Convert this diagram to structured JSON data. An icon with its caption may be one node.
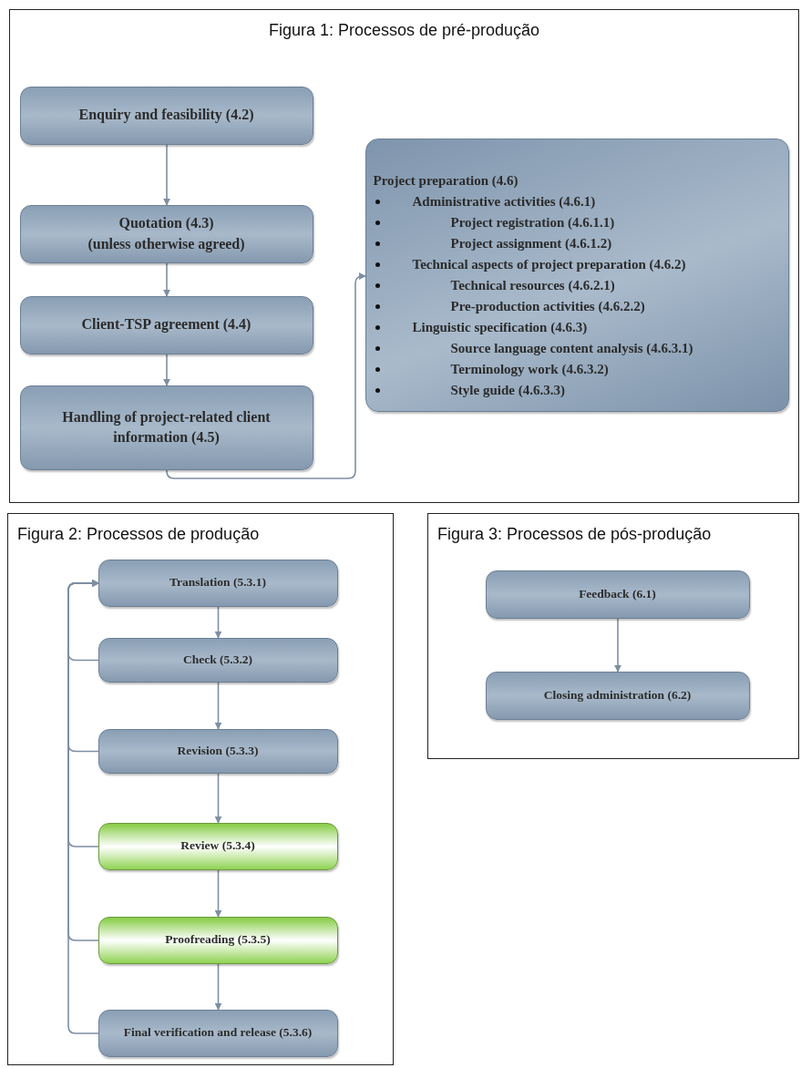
{
  "diagram": {
    "nodes": [
      {
        "text": [
          "Figura 1: Processos de pré-produção"
        ]
      },
      {
        "text": [
          "Enquiry and feasibility (4.2)"
        ],
        "in": 0
      },
      {
        "text": [
          "Quotation (4.3)",
          "(unless otherwise agreed)"
        ],
        "in": 0
      },
      {
        "text": [
          "Client-TSP agreement (4.4)"
        ],
        "in": 0
      },
      {
        "text": [
          "Handling of project-related client information (4.5)"
        ],
        "in": 0
      },
      {
        "text": [
          "Project preparation (4.6)",
          "Administrative activities (4.6.1)",
          "Project registration (4.6.1.1)",
          "Project assignment (4.6.1.2)",
          "Technical aspects of project preparation (4.6.2)",
          "Technical resources (4.6.2.1)",
          "Pre-production activities (4.6.2.2)",
          "Linguistic specification (4.6.3)",
          "Source language content analysis (4.6.3.1)",
          "Terminology work (4.6.3.2)",
          "Style guide (4.6.3.3)"
        ],
        "in": 0
      },
      {
        "text": [
          "Figura 2: Processos de produção"
        ]
      },
      {
        "text": [
          "Translation (5.3.1)"
        ],
        "in": 6
      },
      {
        "text": [
          "Check (5.3.2)"
        ],
        "in": 6
      },
      {
        "text": [
          "Revision (5.3.3)"
        ],
        "in": 6
      },
      {
        "text": [
          "Review (5.3.4)"
        ],
        "in": 6
      },
      {
        "text": [
          "Proofreading (5.3.5)"
        ],
        "in": 6
      },
      {
        "text": [
          "Final verification and release (5.3.6)"
        ],
        "in": 6
      },
      {
        "text": [
          "Figura 3: Processos de pós-produção"
        ]
      },
      {
        "text": [
          "Feedback (6.1)"
        ],
        "in": 13
      },
      {
        "text": [
          "Closing administration (6.2)"
        ],
        "in": 13
      }
    ],
    "edges": [
      {
        "from": 1,
        "to": 2,
        "arrow": "to"
      },
      {
        "from": 2,
        "to": 3,
        "arrow": "to"
      },
      {
        "from": 3,
        "to": 4,
        "arrow": "to"
      },
      {
        "from": 4,
        "to": 5,
        "arrow": "to"
      },
      {
        "from": 7,
        "to": 8,
        "arrow": "to"
      },
      {
        "from": 8,
        "to": 9,
        "arrow": "to"
      },
      {
        "from": 9,
        "to": 10,
        "arrow": "to"
      },
      {
        "from": 10,
        "to": 11,
        "arrow": "to"
      },
      {
        "from": 11,
        "to": 12,
        "arrow": "to"
      },
      {
        "from": 8,
        "to": 7,
        "arrow": "to"
      },
      {
        "from": 9,
        "to": 7,
        "arrow": "to"
      },
      {
        "from": 10,
        "to": 7,
        "arrow": "to"
      },
      {
        "from": 11,
        "to": 7,
        "arrow": "to"
      },
      {
        "from": 12,
        "to": 7,
        "arrow": "to"
      },
      {
        "from": 14,
        "to": 15,
        "arrow": "to"
      }
    ]
  }
}
